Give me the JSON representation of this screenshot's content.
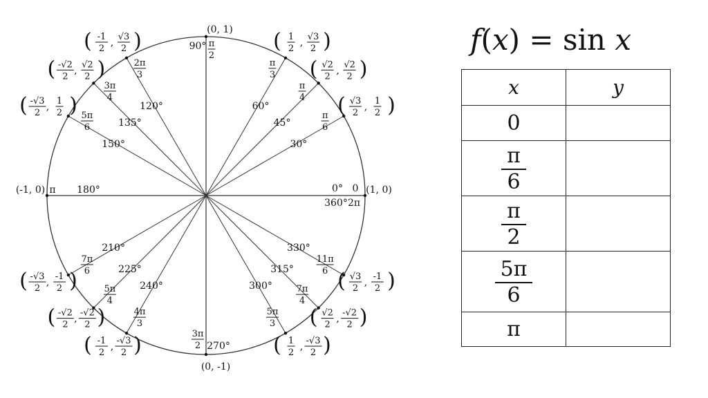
{
  "formula": {
    "lhs_func": "f",
    "lhs_var": "x",
    "eq": "=",
    "rhs_func": "sin",
    "rhs_var": "x"
  },
  "table": {
    "headers": [
      "x",
      "y"
    ],
    "rows": [
      {
        "x_simple": "0",
        "y": ""
      },
      {
        "x_num": "π",
        "x_den": "6",
        "y": ""
      },
      {
        "x_num": "π",
        "x_den": "2",
        "y": ""
      },
      {
        "x_num": "5π",
        "x_den": "6",
        "y": ""
      },
      {
        "x_simple": "π",
        "y": ""
      }
    ]
  },
  "unit_circle": {
    "angles": [
      {
        "deg": 0,
        "deg_label": "0°",
        "deg2_label": "360°",
        "rad": "0",
        "rad2": "2π"
      },
      {
        "deg": 30,
        "deg_label": "30°",
        "rad_num": "π",
        "rad_den": "6",
        "px": "√3",
        "pxd": "2",
        "py": "1",
        "pyd": "2"
      },
      {
        "deg": 45,
        "deg_label": "45°",
        "rad_num": "π",
        "rad_den": "4",
        "px": "√2",
        "pxd": "2",
        "py": "√2",
        "pyd": "2"
      },
      {
        "deg": 60,
        "deg_label": "60°",
        "rad_num": "π",
        "rad_den": "3",
        "px": "1",
        "pxd": "2",
        "py": "√3",
        "pyd": "2"
      },
      {
        "deg": 90,
        "deg_label": "90°",
        "rad_num": "π",
        "rad_den": "2",
        "point": "(0, 1)"
      },
      {
        "deg": 120,
        "deg_label": "120°",
        "rad_num": "2π",
        "rad_den": "3",
        "px": "-1",
        "pxd": "2",
        "py": "√3",
        "pyd": "2"
      },
      {
        "deg": 135,
        "deg_label": "135°",
        "rad_num": "3π",
        "rad_den": "4",
        "px": "-√2",
        "pxd": "2",
        "py": "√2",
        "pyd": "2"
      },
      {
        "deg": 150,
        "deg_label": "150°",
        "rad_num": "5π",
        "rad_den": "6",
        "px": "-√3",
        "pxd": "2",
        "py": "1",
        "pyd": "2"
      },
      {
        "deg": 180,
        "deg_label": "180°",
        "rad": "π",
        "point": "(-1, 0)"
      },
      {
        "deg": 210,
        "deg_label": "210°",
        "rad_num": "7π",
        "rad_den": "6",
        "px": "-√3",
        "pxd": "2",
        "py": "-1",
        "pyd": "2"
      },
      {
        "deg": 225,
        "deg_label": "225°",
        "rad_num": "5π",
        "rad_den": "4",
        "px": "-√2",
        "pxd": "2",
        "py": "-√2",
        "pyd": "2"
      },
      {
        "deg": 240,
        "deg_label": "240°",
        "rad_num": "4π",
        "rad_den": "3",
        "px": "-1",
        "pxd": "2",
        "py": "-√3",
        "pyd": "2"
      },
      {
        "deg": 270,
        "deg_label": "270°",
        "rad_num": "3π",
        "rad_den": "2",
        "point": "(0, -1)"
      },
      {
        "deg": 300,
        "deg_label": "300°",
        "rad_num": "5π",
        "rad_den": "3",
        "px": "1",
        "pxd": "2",
        "py": "-√3",
        "pyd": "2"
      },
      {
        "deg": 315,
        "deg_label": "315°",
        "rad_num": "7π",
        "rad_den": "4",
        "px": "√2",
        "pxd": "2",
        "py": "-√2",
        "pyd": "2"
      },
      {
        "deg": 330,
        "deg_label": "330°",
        "rad_num": "11π",
        "rad_den": "6",
        "px": "√3",
        "pxd": "2",
        "py": "-1",
        "pyd": "2"
      }
    ],
    "point_0": "(1, 0)"
  }
}
